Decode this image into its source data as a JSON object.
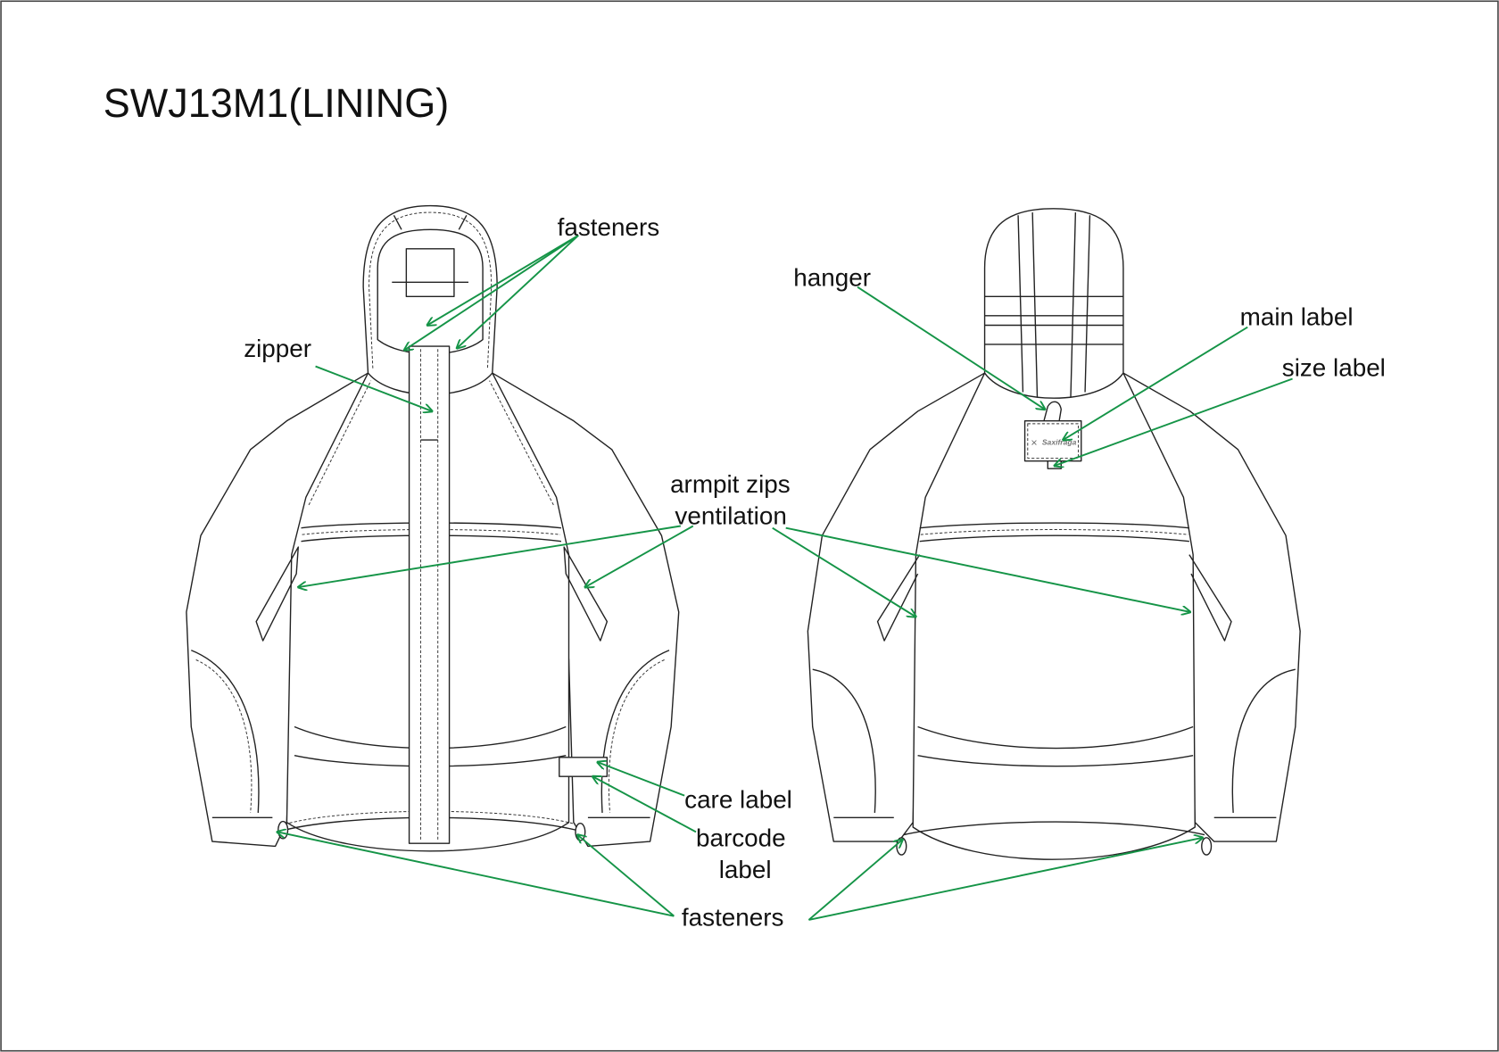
{
  "title": "SWJ13M1(LINING)",
  "colors": {
    "arrow": "#159447",
    "line": "#222222"
  },
  "front_view": {
    "labels": {
      "fasteners_top": "fasteners",
      "zipper": "zipper",
      "armpit_zips": "armpit zips",
      "ventilation": "ventilation",
      "care_label": "care label",
      "barcode": "barcode",
      "barcode_label": "label",
      "fasteners_bottom": "fasteners"
    }
  },
  "back_view": {
    "labels": {
      "hanger": "hanger",
      "main_label": "main label",
      "size_label": "size label"
    },
    "brand_logo": "Saxifraga"
  }
}
